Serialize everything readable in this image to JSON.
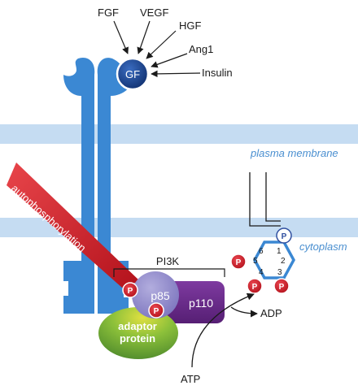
{
  "growth_factors": [
    "FGF",
    "VEGF",
    "HGF",
    "Ang1",
    "Insulin"
  ],
  "gf_label": "GF",
  "plasma_membrane_label": "plasma membrane",
  "cytoplasm_label": "cytoplasm",
  "autophosphorylation_label": "autophosphorylation",
  "pi3k_label": "PI3K",
  "p85_label": "p85",
  "p110_label": "p110",
  "adaptor_line1": "adaptor",
  "adaptor_line2": "protein",
  "phosphate_label": "P",
  "ring_numbers": [
    "1",
    "2",
    "3",
    "4",
    "5",
    "6"
  ],
  "atp_label": "ATP",
  "adp_label": "ADP",
  "colors": {
    "membrane": "#c5dcf2",
    "receptor": "#3b88d3",
    "gf": "#1a3f8a",
    "phosphate": "#d61f2c",
    "autophos_arrow": "#d8202a",
    "p85": "#8c86c8",
    "p110": "#6a2a8a",
    "adaptor": "#6aa83a",
    "ring": "#3b88d3",
    "membrane_text": "#4a8fd0"
  }
}
